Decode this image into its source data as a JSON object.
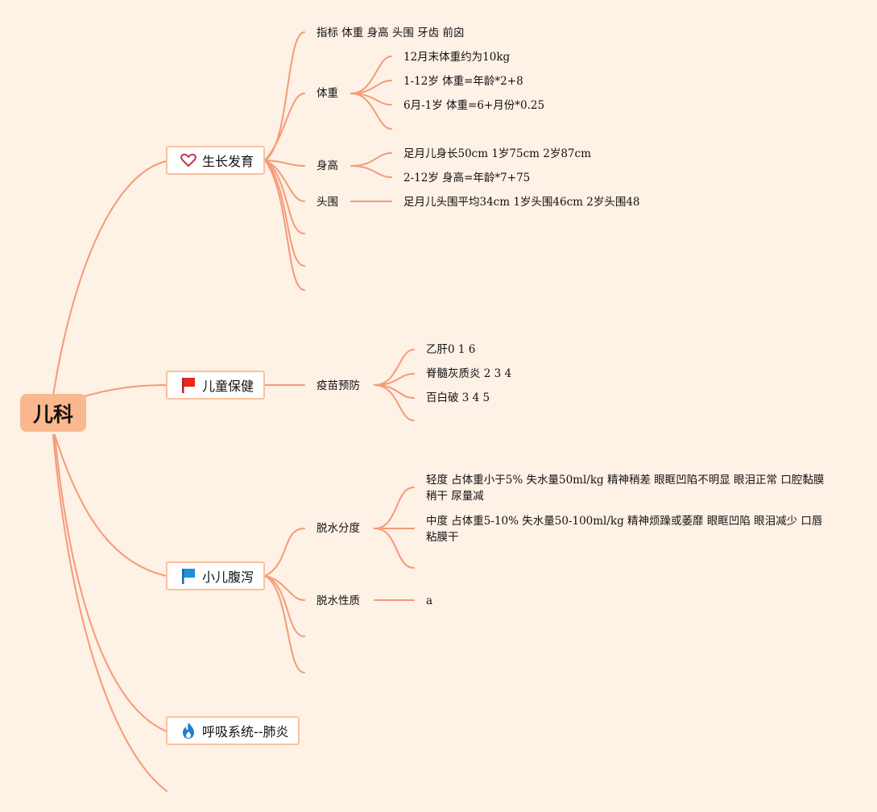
{
  "root": {
    "label": "儿科"
  },
  "branches": [
    {
      "label": "生长发育",
      "icon": "heart-icon",
      "children": [
        {
          "label": "指标 体重 身高 头围 牙齿 前囟"
        },
        {
          "label": "体重",
          "children": [
            "12月末体重约为10kg",
            "1-12岁 体重=年龄*2+8",
            "6月-1岁 体重=6+月份*0.25"
          ]
        },
        {
          "label": "身高",
          "children": [
            "足月儿身长50cm 1岁75cm 2岁87cm",
            "2-12岁 身高=年龄*7+75"
          ]
        },
        {
          "label": "头围",
          "children": [
            "足月儿头围平均34cm 1岁头围46cm 2岁头围48"
          ]
        }
      ]
    },
    {
      "label": "儿童保健",
      "icon": "red-flag-icon",
      "children": [
        {
          "label": "疫苗预防",
          "children": [
            "乙肝0 1 6",
            "脊髓灰质炎 2 3 4",
            "百白破 3 4 5"
          ]
        }
      ]
    },
    {
      "label": "小儿腹泻",
      "icon": "blue-flag-icon",
      "children": [
        {
          "label": "脱水分度",
          "children": [
            "轻度 占体重小于5% 失水量50ml/kg 精神稍差 眼眶凹陷不明显 眼泪正常 口腔黏膜稍干 尿量减",
            "中度 占体重5-10% 失水量50-100ml/kg 精神烦躁或萎靡 眼眶凹陷 眼泪减少 口唇粘膜干"
          ]
        },
        {
          "label": "脱水性质",
          "children": [
            "a"
          ]
        }
      ]
    },
    {
      "label": "呼吸系统--肺炎",
      "icon": "fire-icon"
    }
  ],
  "colors": {
    "background": "#fef1e6",
    "connector": "#f59a78",
    "root_fill": "#fbb78d",
    "node_border": "#fbc19c"
  }
}
